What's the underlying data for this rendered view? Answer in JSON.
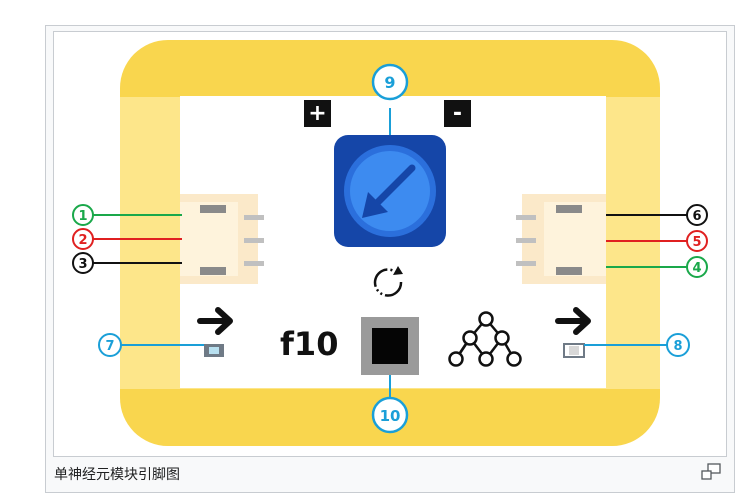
{
  "figure": {
    "caption": "单神经元模块引脚图",
    "module_label": "f10",
    "plus_label": "+",
    "minus_label": "-",
    "pins": [
      {
        "number": "1",
        "color": "#1aa84a"
      },
      {
        "number": "2",
        "color": "#e02020"
      },
      {
        "number": "3",
        "color": "#111111"
      },
      {
        "number": "4",
        "color": "#1aa84a"
      },
      {
        "number": "5",
        "color": "#e02020"
      },
      {
        "number": "6",
        "color": "#111111"
      },
      {
        "number": "7",
        "color": "#1a9fd8"
      },
      {
        "number": "8",
        "color": "#1a9fd8"
      },
      {
        "number": "9",
        "color": "#1a9fd8"
      },
      {
        "number": "10",
        "color": "#1a9fd8"
      }
    ]
  },
  "colors": {
    "board_outer": "#f9d64e",
    "board_inner": "#fde68a",
    "knob_dark": "#1546a8",
    "knob_light": "#3d8bf0"
  },
  "icons": {
    "knob": "rotary-knob-icon",
    "rotate": "rotate-icon",
    "button": "square-button-icon",
    "network": "neuron-network-icon",
    "arrow": "arrow-right-icon",
    "magnify": "enlarge-icon"
  }
}
